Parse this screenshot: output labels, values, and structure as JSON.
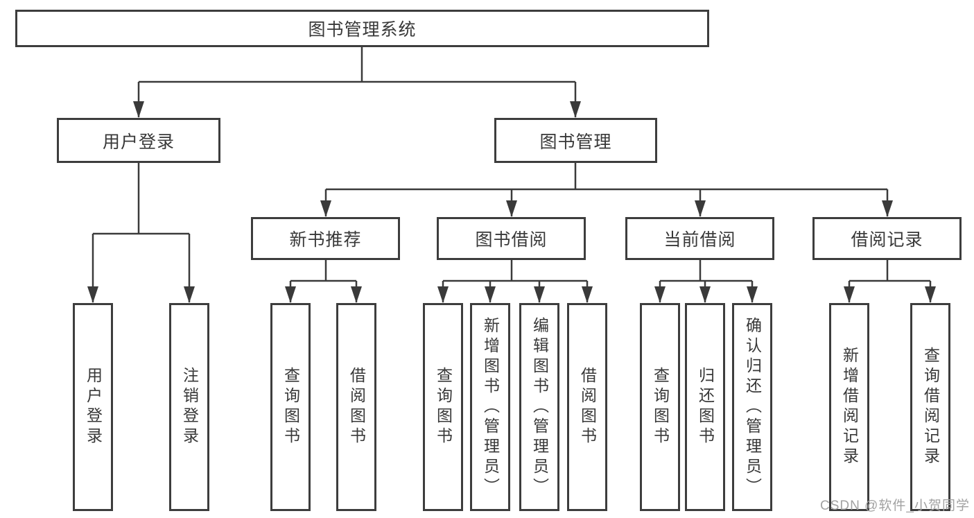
{
  "diagram": {
    "root": {
      "label": "图书管理系统"
    },
    "branches": [
      {
        "label": "用户登录",
        "children": [
          {
            "label": "用户登录"
          },
          {
            "label": "注销登录"
          }
        ]
      },
      {
        "label": "图书管理",
        "children": [
          {
            "label": "新书推荐",
            "children": [
              {
                "label": "查询图书"
              },
              {
                "label": "借阅图书"
              }
            ]
          },
          {
            "label": "图书借阅",
            "children": [
              {
                "label": "查询图书"
              },
              {
                "label": "新增图书（管理员）"
              },
              {
                "label": "编辑图书（管理员）"
              },
              {
                "label": "借阅图书"
              }
            ]
          },
          {
            "label": "当前借阅",
            "children": [
              {
                "label": "查询图书"
              },
              {
                "label": "归还图书"
              },
              {
                "label": "确认归还（管理员）"
              }
            ]
          },
          {
            "label": "借阅记录",
            "children": [
              {
                "label": "新增借阅记录"
              },
              {
                "label": "查询借阅记录"
              }
            ]
          }
        ]
      }
    ]
  },
  "colors": {
    "line": "#3a3a3a",
    "border": "#3d3d3d",
    "text": "#383838",
    "watermark": "#a2a2a2"
  },
  "watermark": "CSDN @软件_小贺同学"
}
